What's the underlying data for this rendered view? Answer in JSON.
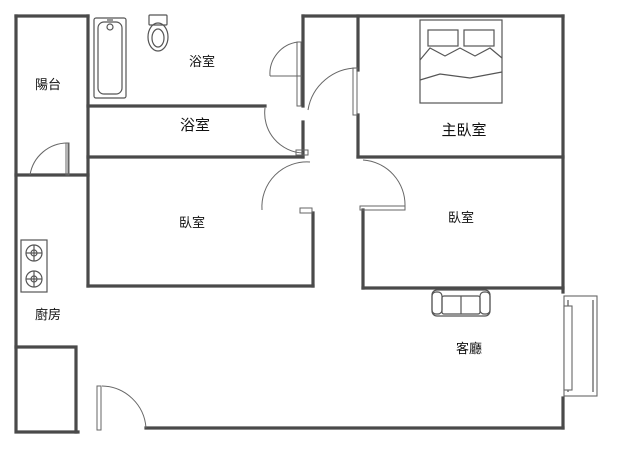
{
  "rooms": {
    "balcony": "陽台",
    "bathroom_top": "浴室",
    "bathroom_mid": "浴室",
    "master_bedroom": "主臥室",
    "bedroom_left": "臥室",
    "bedroom_right": "臥室",
    "kitchen": "廚房",
    "living_room": "客廳"
  },
  "colors": {
    "wall": "#4a4a4a",
    "background": "#ffffff"
  }
}
